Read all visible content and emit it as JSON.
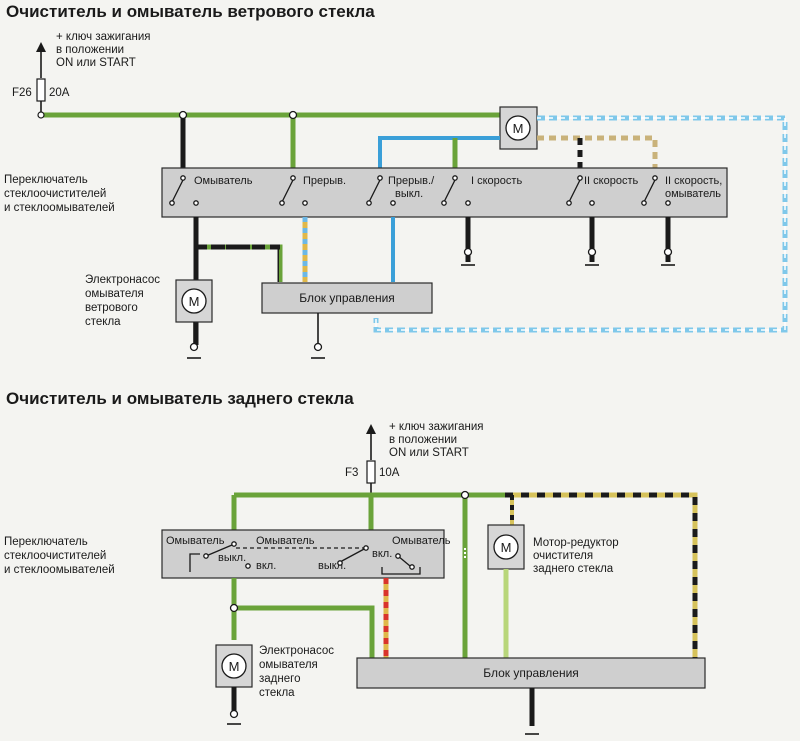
{
  "front": {
    "title": "Очиститель и омыватель ветрового стекла",
    "ignition": [
      "+ ключ зажигания",
      "в положении",
      "ON или START"
    ],
    "fuse_id": "F26",
    "fuse_rating": "20A",
    "switch_label": [
      "Переключатель",
      "стеклоочистителей",
      "и стеклоомывателей"
    ],
    "switch_positions": [
      "Омыватель",
      "Прерыв.",
      "Прерыв./",
      "выкл.",
      "I скорость",
      "II скорость",
      "II скорость,",
      "омыватель"
    ],
    "motor_symbol": "M",
    "pump_label": [
      "Электронасос",
      "омывателя",
      "ветрового",
      "стекла"
    ],
    "control_unit": "Блок управления"
  },
  "rear": {
    "title": "Очиститель и омыватель заднего стекла",
    "ignition": [
      "+ ключ зажигания",
      "в положении",
      "ON или START"
    ],
    "fuse_id": "F3",
    "fuse_rating": "10A",
    "switch_label": [
      "Переключатель",
      "стеклоочистителей",
      "и стеклоомывателей"
    ],
    "switch_positions": [
      "Омыватель",
      "Омыватель",
      "Омыватель",
      "выкл.",
      "вкл.",
      "выкл.",
      "вкл."
    ],
    "motor_symbol": "M",
    "motor_label": [
      "Мотор-редуктор",
      "очистителя",
      "заднего стекла"
    ],
    "pump_label": [
      "Электронасос",
      "омывателя",
      "заднего",
      "стекла"
    ],
    "control_unit": "Блок управления"
  }
}
